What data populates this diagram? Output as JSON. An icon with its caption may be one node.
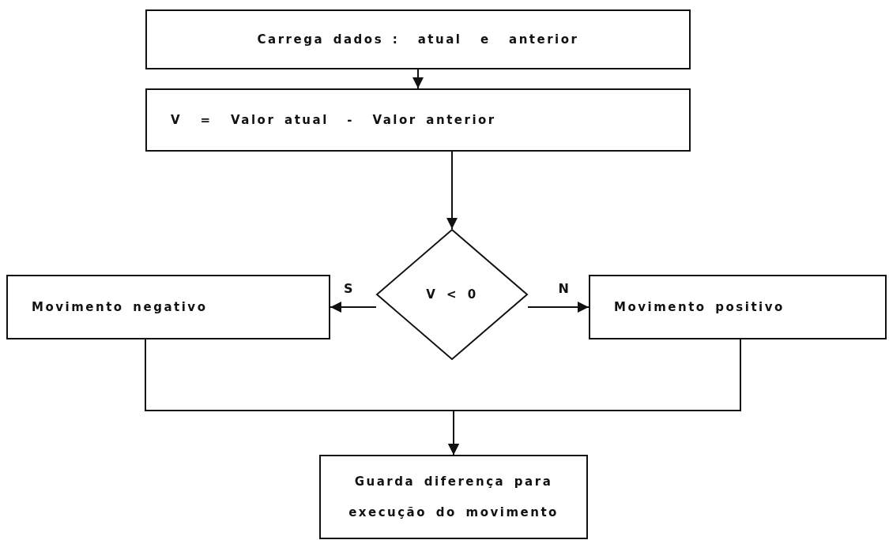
{
  "diagram": {
    "nodes": [
      {
        "text": [
          "Carrega dados :  atual  e  anterior"
        ]
      },
      {
        "text": [
          "V  =  Valor atual  -  Valor anterior"
        ]
      },
      {
        "text": [
          "V < 0"
        ]
      },
      {
        "text": [
          "Movimento negativo"
        ]
      },
      {
        "text": [
          "Movimento positivo"
        ]
      },
      {
        "text": [
          "Guarda diferença para execução do movimento"
        ]
      }
    ],
    "edges": [
      {
        "from": 0,
        "to": 1,
        "arrow": "to"
      },
      {
        "from": 1,
        "to": 2,
        "arrow": "to"
      },
      {
        "from": 2,
        "to": 3,
        "arrow": "to",
        "label": "S"
      },
      {
        "from": 2,
        "to": 4,
        "arrow": "to",
        "label": "N"
      },
      {
        "from": 3,
        "to": 5,
        "arrow": "to"
      },
      {
        "from": 4,
        "to": 5,
        "arrow": "to"
      }
    ]
  }
}
